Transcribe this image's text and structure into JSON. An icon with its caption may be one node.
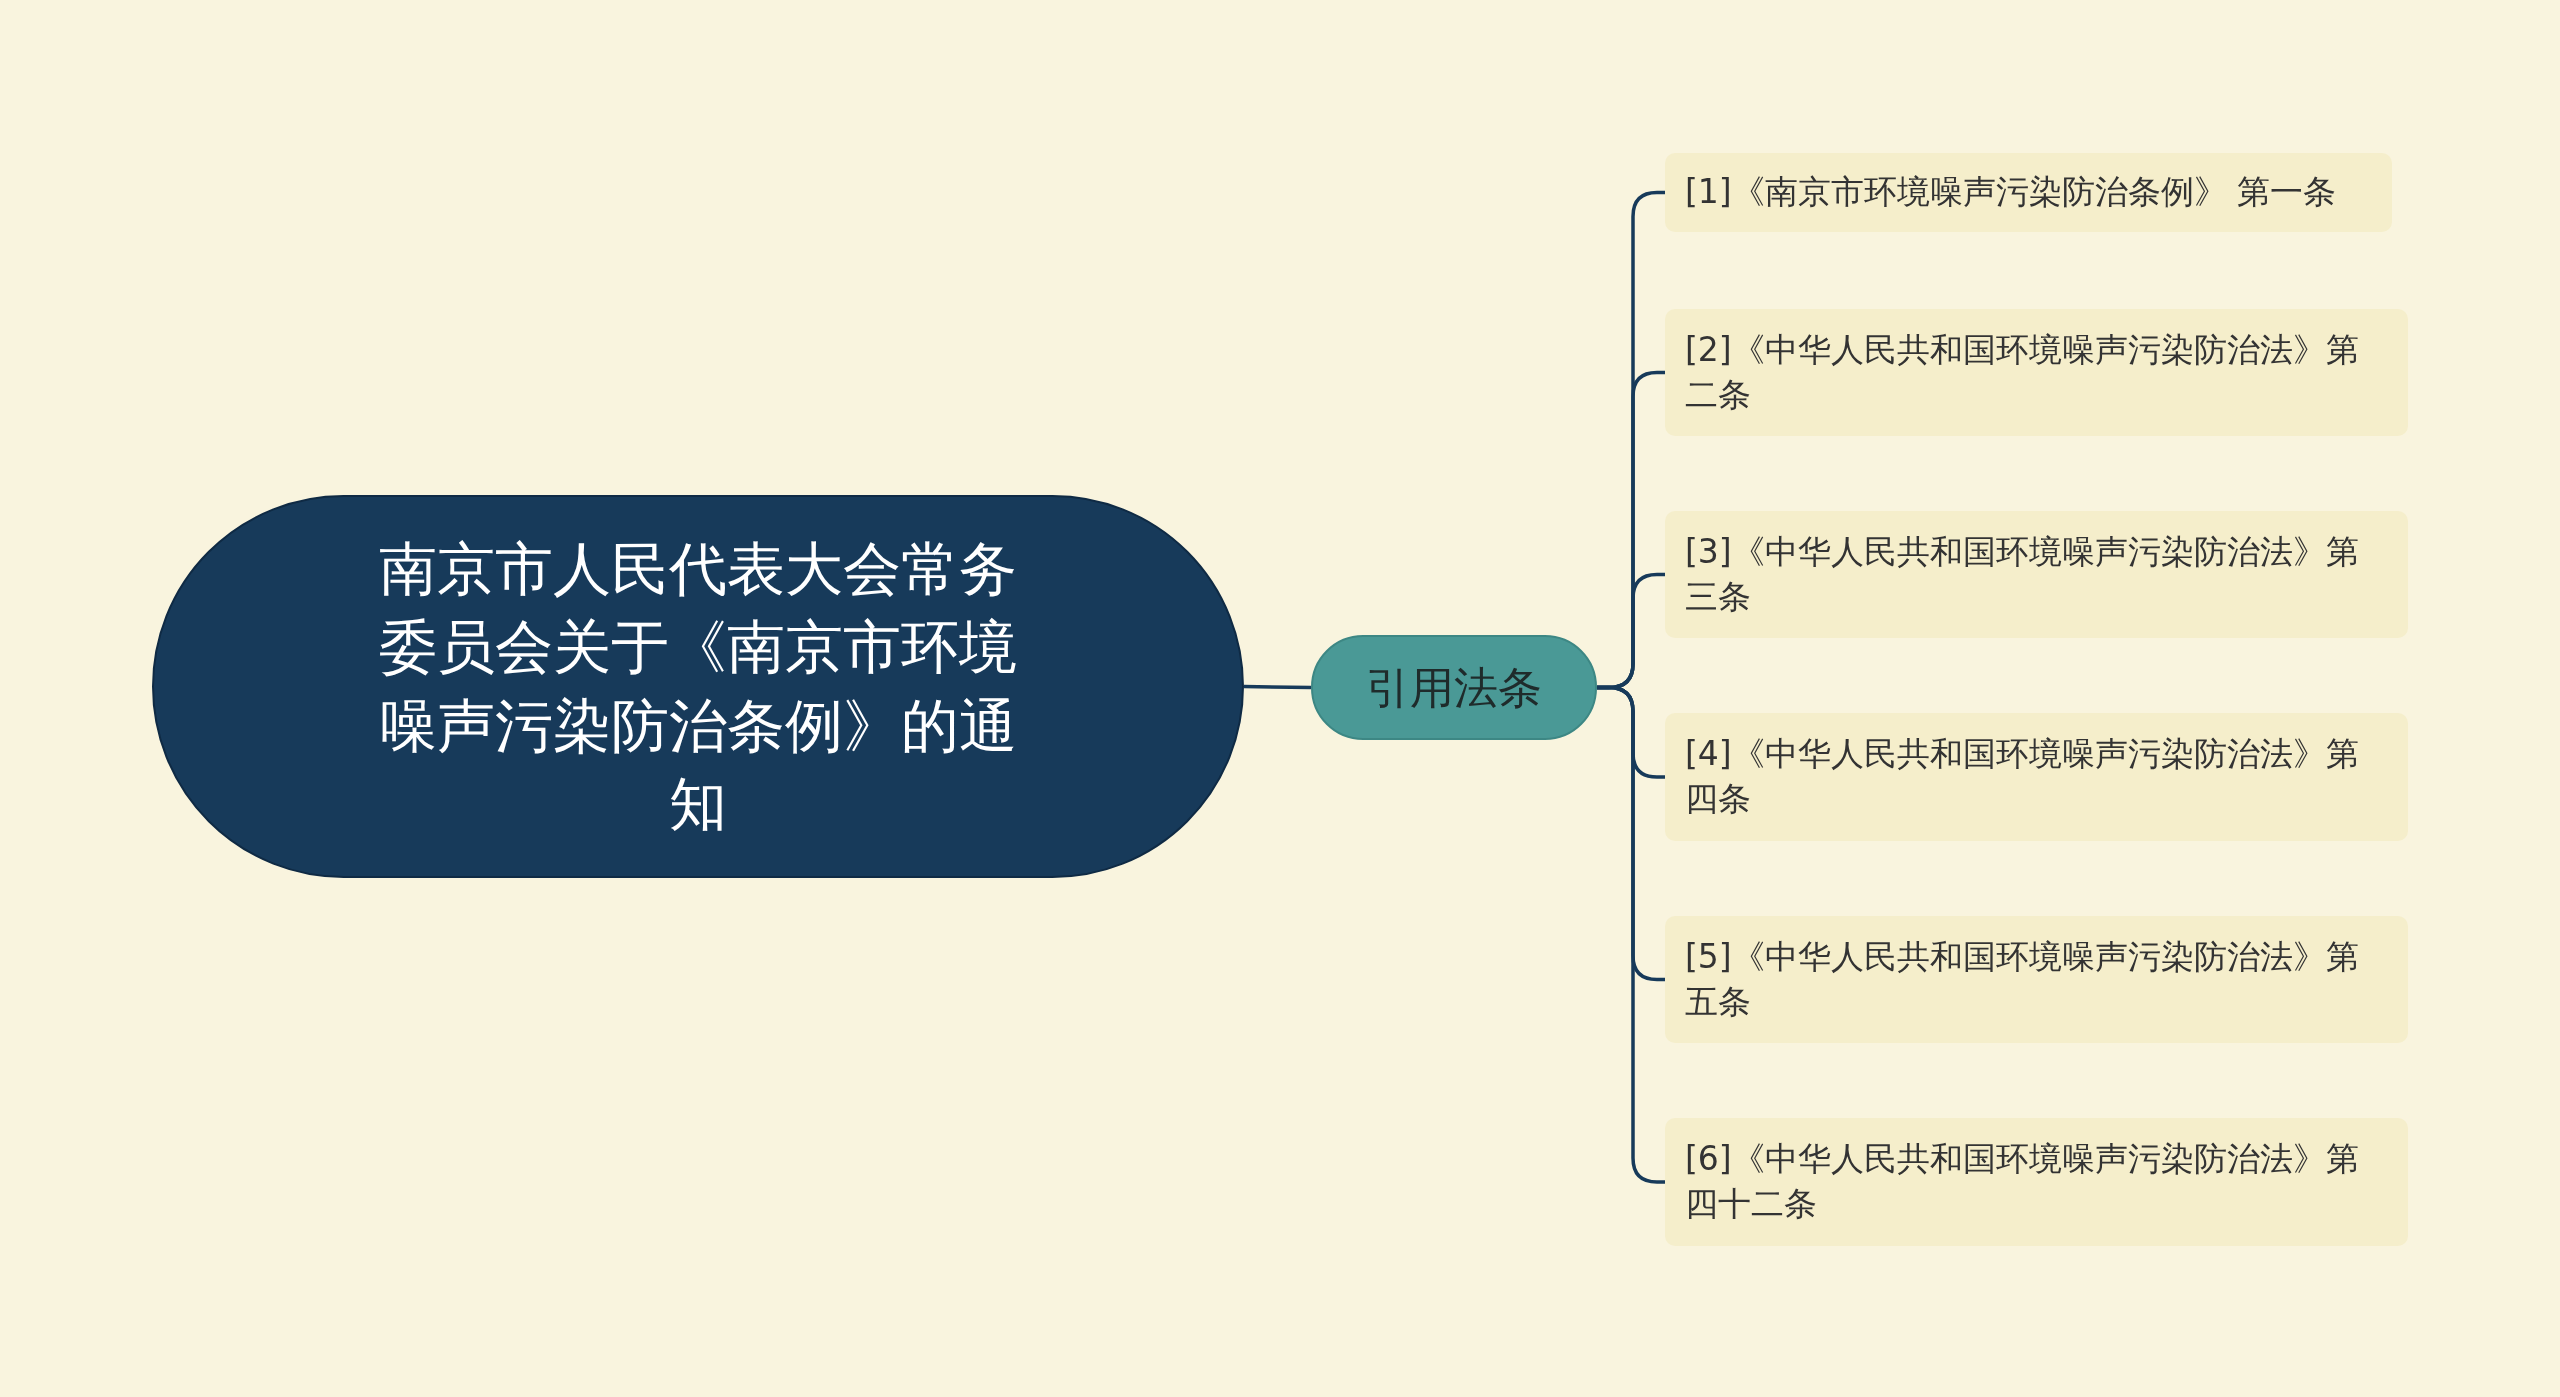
{
  "diagram": {
    "nodes": [
      {
        "text": [
          "南京市人民代表大会常务委员会关于《南京市环境噪声污染防治条例》的通知"
        ]
      },
      {
        "text": [
          "引用法条"
        ]
      },
      {
        "text": [
          "[1]《南京市环境噪声污染防治条例》 第一条"
        ]
      },
      {
        "text": [
          "[2]《中华人民共和国环境噪声污染防治法》第二条"
        ]
      },
      {
        "text": [
          "[3]《中华人民共和国环境噪声污染防治法》第三条"
        ]
      },
      {
        "text": [
          "[4]《中华人民共和国环境噪声污染防治法》第四条"
        ]
      },
      {
        "text": [
          "[5]《中华人民共和国环境噪声污染防治法》第五条"
        ]
      },
      {
        "text": [
          "[6]《中华人民共和国环境噪声污染防治法》第四十二条"
        ]
      }
    ],
    "edges": [
      {
        "from": 0,
        "to": 1,
        "arrow": "none"
      },
      {
        "from": 1,
        "to": 2,
        "arrow": "none"
      },
      {
        "from": 1,
        "to": 3,
        "arrow": "none"
      },
      {
        "from": 1,
        "to": 4,
        "arrow": "none"
      },
      {
        "from": 1,
        "to": 5,
        "arrow": "none"
      },
      {
        "from": 1,
        "to": 6,
        "arrow": "none"
      },
      {
        "from": 1,
        "to": 7,
        "arrow": "none"
      }
    ]
  }
}
